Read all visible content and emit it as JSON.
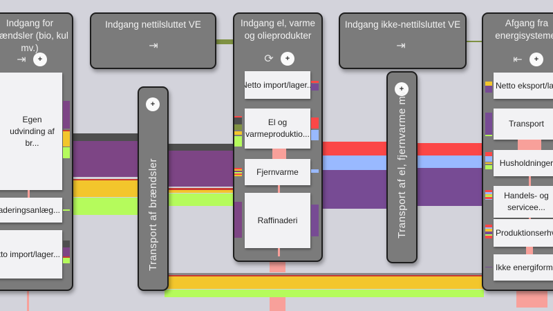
{
  "colors": {
    "background": "#d3d3db",
    "panel": "#7b7b7b",
    "purple": "#7d4585",
    "purple2": "#774b94",
    "yellow": "#f3c62c",
    "green": "#b5fb5c",
    "darkgray": "#4e4e4e",
    "red": "#fb4747",
    "lightblue": "#99b9ff",
    "salmon": "#f8a09a",
    "olive": "#7f9143"
  },
  "panels": {
    "fuels_input": {
      "title": "Indgang for brændsler (bio, kul mv.)",
      "icon": "enter-icon",
      "add_label": "+",
      "nodes": [
        "Egen udvinding af br...",
        "Opgraderingsanlæg...",
        "Netto import/lager..."
      ]
    },
    "grid_re_input": {
      "title": "Indgang nettilsluttet VE",
      "icon": "enter-icon"
    },
    "fuel_transport": {
      "title": "Transport af brændsler",
      "add_label": "+"
    },
    "power_heat_oil_input": {
      "title": "Indgang el, varme og olieprodukter",
      "icon": "refresh-icon",
      "add_label": "+",
      "nodes": [
        "Netto import/lager...",
        "El og varmeproduktio...",
        "Fjernvarme",
        "Raffinaderi"
      ]
    },
    "offgrid_re_input": {
      "title": "Indgang ikke-nettilsluttet VE",
      "icon": "enter-icon"
    },
    "power_heat_transport": {
      "title": "Transport af el, fjernvarme mv.",
      "add_label": "+"
    },
    "energy_output": {
      "title": "Afgang fra energisystemet",
      "icon": "exit-icon",
      "add_label": "+",
      "nodes": [
        "Netto eksport/lager...",
        "Transport",
        "Husholdninger",
        "Handels- og servicee...",
        "Produktionserhverv...",
        "Ikke energiformål..."
      ]
    }
  }
}
